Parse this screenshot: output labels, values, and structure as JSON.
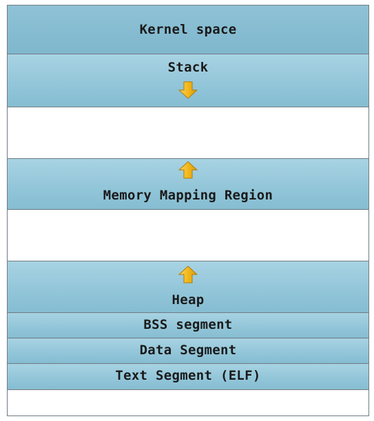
{
  "segments": {
    "kernel": "Kernel space",
    "stack": "Stack",
    "mmap": "Memory Mapping Region",
    "heap": "Heap",
    "bss": "BSS segment",
    "data": "Data Segment",
    "text": "Text Segment (ELF)"
  },
  "arrows": {
    "stack_direction": "down-arrow-icon",
    "mmap_direction": "up-arrow-icon",
    "heap_direction": "up-arrow-icon",
    "color": "#f2b81c"
  },
  "colors": {
    "segment_fill": "#93c6d9",
    "kernel_fill": "#86bdd2",
    "border": "#6f7a82"
  }
}
